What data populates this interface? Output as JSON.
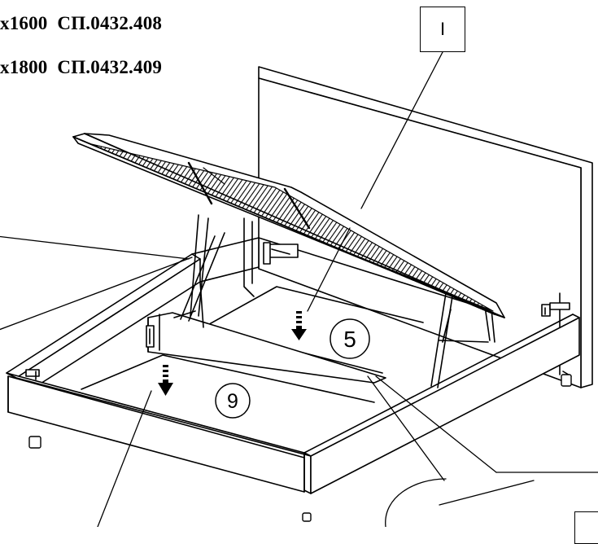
{
  "spec_lines": [
    "x1600  СП.0432.408",
    "x1800  СП.0432.409"
  ],
  "callout": {
    "label": "I"
  },
  "steps": [
    {
      "number": "5"
    },
    {
      "number": "9"
    }
  ]
}
